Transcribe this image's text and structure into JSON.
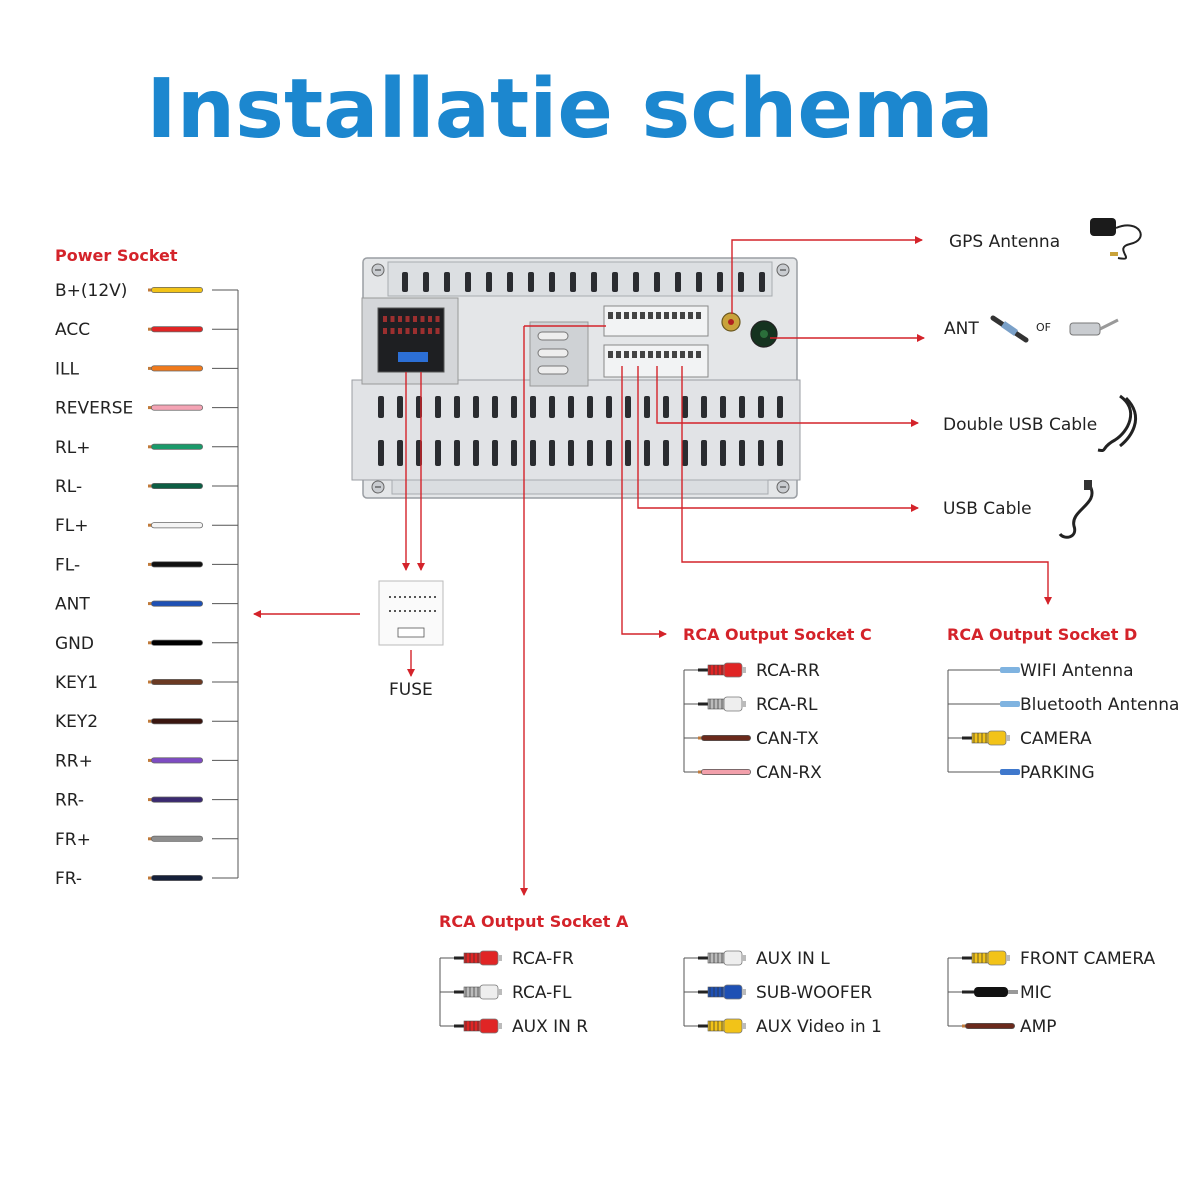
{
  "title": "Installatie schema",
  "power_socket": {
    "header": "Power Socket",
    "wires": [
      {
        "label": "B+(12V)",
        "color": "#f2c318"
      },
      {
        "label": "ACC",
        "color": "#e02525"
      },
      {
        "label": "ILL",
        "color": "#f07a1c"
      },
      {
        "label": "REVERSE",
        "color": "#f4a3b4"
      },
      {
        "label": "RL+",
        "color": "#1a9a6a"
      },
      {
        "label": "RL-",
        "color": "#0d5e44"
      },
      {
        "label": "FL+",
        "color": "#f4f4f4"
      },
      {
        "label": "FL-",
        "color": "#111111"
      },
      {
        "label": "ANT",
        "color": "#1e50b4"
      },
      {
        "label": "GND",
        "color": "#000000"
      },
      {
        "label": "KEY1",
        "color": "#6b3a23"
      },
      {
        "label": "KEY2",
        "color": "#3a1610"
      },
      {
        "label": "RR+",
        "color": "#7e4cc2"
      },
      {
        "label": "RR-",
        "color": "#3b2a70"
      },
      {
        "label": "FR+",
        "color": "#8e8e8e"
      },
      {
        "label": "FR-",
        "color": "#16203a"
      }
    ]
  },
  "fuse_label": "FUSE",
  "right_outputs": {
    "gps": "GPS Antenna",
    "ant": "ANT",
    "ant_or": "OF",
    "double_usb": "Double USB Cable",
    "usb": "USB Cable"
  },
  "socket_c": {
    "header": "RCA Output Socket C",
    "items": [
      {
        "label": "RCA-RR",
        "kind": "rca",
        "color": "#e02525"
      },
      {
        "label": "RCA-RL",
        "kind": "rca",
        "color": "#eeeeee"
      },
      {
        "label": "CAN-TX",
        "kind": "wire",
        "color": "#6b2a1c"
      },
      {
        "label": "CAN-RX",
        "kind": "wire",
        "color": "#f2a0ab"
      }
    ]
  },
  "socket_d": {
    "header": "RCA Output Socket D",
    "items": [
      {
        "label": "WIFI Antenna",
        "kind": "thin",
        "color": "#7fb3e0"
      },
      {
        "label": "Bluetooth Antenna",
        "kind": "thin",
        "color": "#7fb3e0"
      },
      {
        "label": "CAMERA",
        "kind": "rca",
        "color": "#f2c318"
      },
      {
        "label": "PARKING",
        "kind": "thin",
        "color": "#3f78cc"
      }
    ]
  },
  "socket_a": {
    "header": "RCA Output Socket A",
    "columns": [
      [
        {
          "label": "RCA-FR",
          "kind": "rca",
          "color": "#e02525"
        },
        {
          "label": "RCA-FL",
          "kind": "rca",
          "color": "#eeeeee"
        },
        {
          "label": "AUX IN R",
          "kind": "rca",
          "color": "#e02525"
        }
      ],
      [
        {
          "label": "AUX IN L",
          "kind": "rca",
          "color": "#eeeeee"
        },
        {
          "label": "SUB-WOOFER",
          "kind": "rca",
          "color": "#1e50b4"
        },
        {
          "label": "AUX Video in 1",
          "kind": "rca",
          "color": "#f2c318"
        }
      ],
      [
        {
          "label": "FRONT CAMERA",
          "kind": "rca",
          "color": "#f2c318"
        },
        {
          "label": "MIC",
          "kind": "plug",
          "color": "#111111"
        },
        {
          "label": "AMP",
          "kind": "wire",
          "color": "#6b2a1c"
        }
      ]
    ]
  },
  "colors": {
    "title": "#1c87cf",
    "header": "#d4232a",
    "arrow": "#d4232a",
    "bracket": "#555555"
  }
}
